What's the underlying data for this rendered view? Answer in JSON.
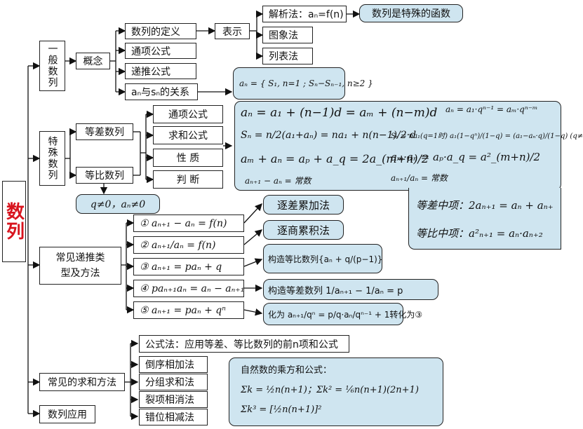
{
  "root": "数列",
  "general": {
    "title": "一般数列",
    "concept": "概念",
    "items": [
      "数列的定义",
      "通项公式",
      "递推公式",
      "aₙ与sₙ的关系"
    ],
    "representation": "表示",
    "methods": [
      "解析法：aₙ=f(n)",
      "图象法",
      "列表法"
    ],
    "special_function": "数列是特殊的函数",
    "sn_relation": "aₙ = { S₁, n=1 ; Sₙ−Sₙ₋₁, n≥2 }"
  },
  "special": {
    "title": "特殊数列",
    "arithmetic": "等差数列",
    "geometric": "等比数列",
    "aspects": [
      "通项公式",
      "求和公式",
      "性 质",
      "判 断"
    ],
    "condition": "q≠0，aₙ≠0",
    "formulas": {
      "ap_general": "aₙ = a₁ + (n−1)d = aₘ + (n−m)d",
      "ap_sum": "Sₙ = n/2(a₁+aₙ) = na₁ + n(n−1)/2·d",
      "ap_property": "aₘ + aₙ = aₚ + a_q = 2a_(m+n)/2",
      "ap_judge": "aₙ₊₁ − aₙ = 常数",
      "gp_general": "aₙ = a₁·qⁿ⁻¹ = aₘ·qⁿ⁻ᵐ",
      "gp_sum": "Sₙ = na₁(q=1时)  a₁(1−qⁿ)/(1−q) = (a₁−aₙ·q)/(1−q) (q≠",
      "gp_property": "aₘ·aₙ = aₚ·a_q = a²_(m+n)/2",
      "gp_judge": "aₙ₊₁/aₙ = 常数",
      "ap_mean": "等差中项：2aₙ₊₁ = aₙ + aₙ₊",
      "gp_mean": "等比中项：a²ₙ₊₁ = aₙ·aₙ₊₂"
    }
  },
  "recursion": {
    "title": "常见递推类型及方法",
    "types": [
      "① aₙ₊₁ − aₙ = f(n)",
      "② aₙ₊₁/aₙ = f(n)",
      "③ aₙ₊₁ = paₙ + q",
      "④ paₙ₊₁aₙ = aₙ − aₙ₊₁",
      "⑤ aₙ₊₁ = paₙ + qⁿ"
    ],
    "methods": [
      "逐差累加法",
      "逐商累积法",
      "构造等比数列{aₙ + q/(p−1)}",
      "构造等差数列 1/aₙ₊₁ − 1/aₙ = p",
      "化为 aₙ₊₁/qⁿ = p/q·aₙ/qⁿ⁻¹ + 1转化为③"
    ]
  },
  "summation": {
    "title": "常见的求和方法",
    "methods": [
      "公式法：应用等差、等比数列的前n项和公式",
      "倒序相加法",
      "分组求和法",
      "裂项相消法",
      "错位相减法"
    ],
    "natural_title": "自然数的乘方和公式：",
    "sum1": "Σk = ½n(n+1)；Σk² = ⅙n(n+1)(2n+1)",
    "sum3": "Σk³ = [½n(n+1)]²"
  },
  "application": "数列应用",
  "colors": {
    "root_text": "#d8141e",
    "panel": "#cfe5f0",
    "dash": "#d8141e"
  }
}
